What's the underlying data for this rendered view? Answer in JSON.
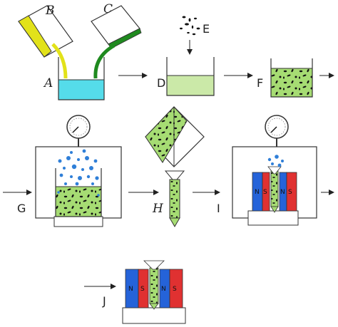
{
  "labels": {
    "a": "A",
    "b": "B",
    "c": "C",
    "d": "D",
    "e": "E",
    "f": "F",
    "g": "G",
    "h": "H",
    "i": "I",
    "j": "J"
  },
  "magnet_poles": {
    "north": "N",
    "south": "S"
  },
  "colors": {
    "outline": "#333333",
    "liquid_cyan": "#55dcea",
    "liquid_yellow": "#e2e21a",
    "liquid_green": "#1f8a1f",
    "mixture_light": "#cbe9a8",
    "mixture_bright": "#a6dc73",
    "particle_dark": "#111111",
    "bubble_blue": "#2f7fd8",
    "magnet_red": "#e03131",
    "magnet_blue": "#2563d9",
    "base_white": "#ffffff"
  },
  "icons": [
    "pressure-gauge-icon",
    "arrow-right-icon",
    "arrow-down-icon",
    "funnel-icon",
    "magnet-icon",
    "particle-cluster-icon"
  ]
}
